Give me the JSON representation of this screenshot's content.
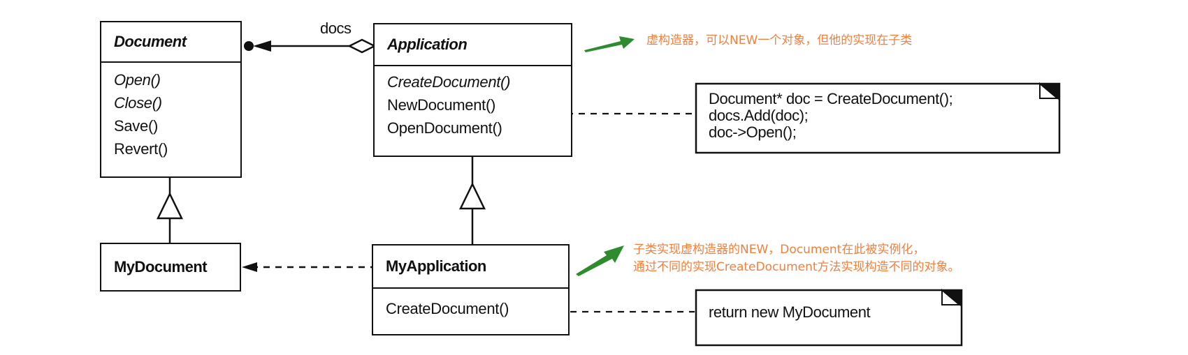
{
  "diagram": {
    "title": "Factory Method pattern - Application/Document",
    "classes": {
      "document": {
        "name": "Document",
        "abstract": true,
        "operations": [
          {
            "label": "Open()",
            "abstract": true
          },
          {
            "label": "Close()",
            "abstract": true
          },
          {
            "label": "Save()",
            "abstract": false
          },
          {
            "label": "Revert()",
            "abstract": false
          }
        ]
      },
      "application": {
        "name": "Application",
        "abstract": true,
        "operations": [
          {
            "label": "CreateDocument()",
            "abstract": true
          },
          {
            "label": "NewDocument()",
            "abstract": false
          },
          {
            "label": "OpenDocument()",
            "abstract": false
          }
        ]
      },
      "my_document": {
        "name": "MyDocument"
      },
      "my_application": {
        "name": "MyApplication",
        "operations": [
          {
            "label": "CreateDocument()",
            "abstract": false
          }
        ]
      }
    },
    "association_label": "docs",
    "notes": {
      "new_document": {
        "lines": [
          "Document* doc = CreateDocument();",
          "docs.Add(doc);",
          "doc->Open();"
        ]
      },
      "create_document": {
        "lines": [
          "return new MyDocument"
        ]
      }
    },
    "annotations": {
      "top": {
        "lines": [
          "虚构造器，可以NEW一个对象，但他的实现在子类"
        ]
      },
      "bottom": {
        "lines": [
          "子类实现虚构造器的NEW，Document在此被实例化，",
          "通过不同的实现CreateDocument方法实现构造不同的对象。"
        ]
      }
    },
    "colors": {
      "ink": "#111111",
      "annotation_text": "#f0803c",
      "annotation_arrow": "#2e8b2e"
    }
  }
}
